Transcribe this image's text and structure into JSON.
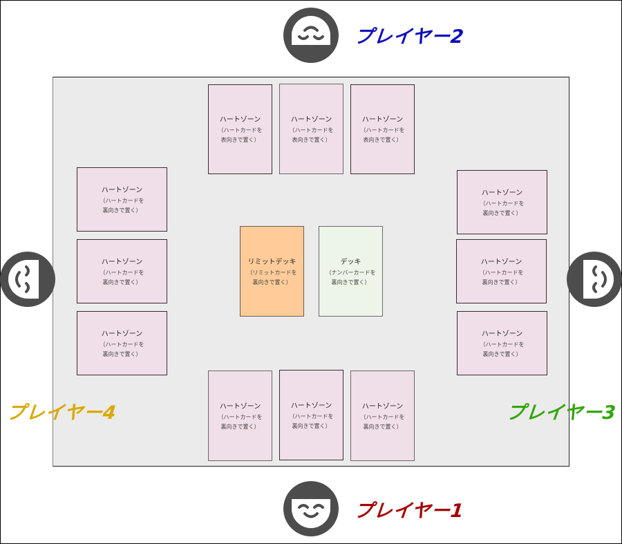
{
  "title": "Card game table layout",
  "players": [
    {
      "id": "p1",
      "label": "プレイヤー1",
      "color": "#a40000",
      "position": "bottom",
      "icon": "smiling-face-icon"
    },
    {
      "id": "p2",
      "label": "プレイヤー2",
      "color": "#0f0fb8",
      "position": "top",
      "icon": "sleeping-face-icon"
    },
    {
      "id": "p3",
      "label": "プレイヤー3",
      "color": "#33a60a",
      "position": "right",
      "icon": "face-icon-rotated"
    },
    {
      "id": "p4",
      "label": "プレイヤー4",
      "color": "#d9a800",
      "position": "left",
      "icon": "face-icon-rotated"
    }
  ],
  "zones": {
    "heart_title": "ハートゾーン",
    "heart_sub_line1": "（ハートカードを",
    "face_up_line2": "表向きで置く）",
    "face_down_line2": "裏向きで置く）",
    "top": [
      {
        "title": "ハートゾーン",
        "line1": "（ハートカードを",
        "line2": "表向きで置く）"
      },
      {
        "title": "ハートゾーン",
        "line1": "（ハートカードを",
        "line2": "表向きで置く）"
      },
      {
        "title": "ハートゾーン",
        "line1": "（ハートカードを",
        "line2": "表向きで置く）"
      }
    ],
    "bottom": [
      {
        "title": "ハートゾーン",
        "line1": "（ハートカードを",
        "line2": "裏向きで置く）"
      },
      {
        "title": "ハートゾーン",
        "line1": "（ハートカードを",
        "line2": "裏向きで置く）"
      },
      {
        "title": "ハートゾーン",
        "line1": "（ハートカードを",
        "line2": "裏向きで置く）"
      }
    ],
    "left": [
      {
        "title": "ハートゾーン",
        "line1": "（ハートカードを",
        "line2": "裏向きで置く）"
      },
      {
        "title": "ハートゾーン",
        "line1": "（ハートカードを",
        "line2": "裏向きで置く）"
      },
      {
        "title": "ハートゾーン",
        "line1": "（ハートカードを",
        "line2": "裏向きで置く）"
      }
    ],
    "right": [
      {
        "title": "ハートゾーン",
        "line1": "（ハートカードを",
        "line2": "裏向きで置く）"
      },
      {
        "title": "ハートゾーン",
        "line1": "（ハートカードを",
        "line2": "裏向きで置く）"
      },
      {
        "title": "ハートゾーン",
        "line1": "（ハートカードを",
        "line2": "裏向きで置く）"
      }
    ],
    "limit_deck": {
      "title": "リミットデッキ",
      "line1": "（リミットカードを",
      "line2": "裏向きで置く）",
      "color": "#ffcc99"
    },
    "deck": {
      "title": "デッキ",
      "line1": "（ナンバーカードを",
      "line2": "裏向きで置く）",
      "color": "#edf4e8"
    }
  },
  "colors": {
    "table": "#ebebeb",
    "heart_zone": "#f0dfe9",
    "avatar": "#4d4d4d"
  }
}
